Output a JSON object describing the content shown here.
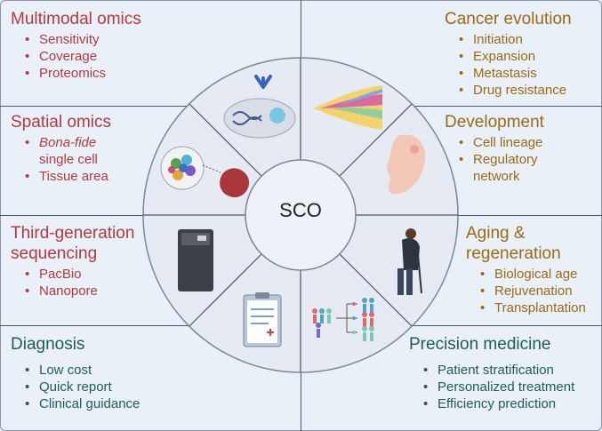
{
  "center": {
    "label": "SCO"
  },
  "panels": {
    "multimodal": {
      "title": "Multimodal omics",
      "items": [
        "Sensitivity",
        "Coverage",
        "Proteomics"
      ]
    },
    "spatial": {
      "title": "Spatial omics",
      "items": [
        "Bona-fide",
        "single cell",
        "Tissue area"
      ]
    },
    "thirdgen": {
      "title_line1": "Third-generation",
      "title_line2": "sequencing",
      "items": [
        "PacBio",
        "Nanopore"
      ]
    },
    "diagnosis": {
      "title": "Diagnosis",
      "items": [
        "Low cost",
        "Quick report",
        "Clinical guidance"
      ]
    },
    "cancer": {
      "title": "Cancer evolution",
      "items": [
        "Initiation",
        "Expansion",
        "Metastasis",
        "Drug resistance"
      ]
    },
    "development": {
      "title": "Development",
      "items": [
        "Cell lineage",
        "Regulatory",
        "network"
      ]
    },
    "aging": {
      "title_line1": "Aging &",
      "title_line2": "regeneration",
      "items": [
        "Biological age",
        "Rejuvenation",
        "Transplantation"
      ]
    },
    "precision": {
      "title": "Precision medicine",
      "items": [
        "Patient stratification",
        "Personalized treatment",
        "Efficiency prediction"
      ]
    }
  },
  "colors": {
    "red": "#b23a3f",
    "gold": "#9a6a14",
    "teal": "#1f5c58",
    "circle_fill": "#e6ebf3",
    "line": "#4d5566"
  },
  "icons": [
    "antibody-dna-cell-icon",
    "lineage-fishplot-icon",
    "cell-cluster-tissue-icon",
    "embryo-icon",
    "sequencer-icon",
    "elderly-person-icon",
    "clipboard-report-icon",
    "patient-stratification-icon"
  ]
}
